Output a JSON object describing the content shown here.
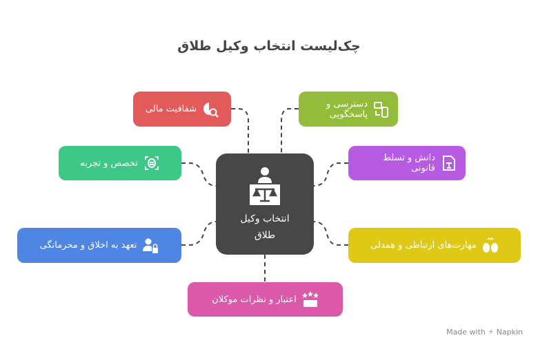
{
  "title": "چک‌لیست انتخاب وکیل طلاق",
  "center": {
    "label": "انتخاب وکیل طلاق",
    "icon": "lawyer-scales-icon"
  },
  "items": [
    {
      "label": "شفافیت مالی",
      "color": "#E35A5A",
      "icon": "pie-chart-search-icon"
    },
    {
      "label": "دسترسی و پاسخگویی",
      "color": "#93BC3A",
      "icon": "devices-icon"
    },
    {
      "label": "تخصص و تجربه",
      "color": "#3EC887",
      "icon": "expertise-icon"
    },
    {
      "label": "دانش و تسلط قانونی",
      "color": "#B85BE3",
      "icon": "legal-document-icon"
    },
    {
      "label": "تعهد به اخلاق و محرمانگی",
      "color": "#4F86E4",
      "icon": "user-lock-icon"
    },
    {
      "label": "مهارت‌های ارتباطی و همدلی",
      "color": "#DFC816",
      "icon": "people-talking-icon"
    },
    {
      "label": "اعتبار و نظرات موکلان",
      "color": "#DC58A8",
      "icon": "stars-handshake-icon"
    }
  ],
  "footer": {
    "made_with": "Made with",
    "brand": "Napkin"
  }
}
